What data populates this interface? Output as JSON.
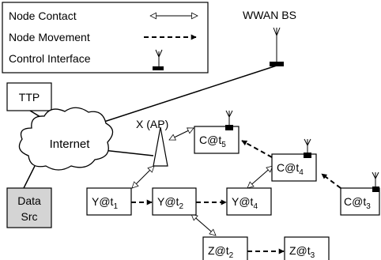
{
  "legend": {
    "node_contact": "Node Contact",
    "node_movement": "Node Movement",
    "control_interface": "Control Interface"
  },
  "infrastructure": {
    "wwan_bs": "WWAN BS",
    "ttp": "TTP",
    "internet": "Internet",
    "access_point": "X (AP)",
    "data_src_line1": "Data",
    "data_src_line2": "Src"
  },
  "nodes": {
    "y1": {
      "base": "Y@t",
      "sub": "1"
    },
    "y2": {
      "base": "Y@t",
      "sub": "2"
    },
    "y4": {
      "base": "Y@t",
      "sub": "4"
    },
    "c5": {
      "base": "C@t",
      "sub": "5"
    },
    "c4": {
      "base": "C@t",
      "sub": "4"
    },
    "c3": {
      "base": "C@t",
      "sub": "3"
    },
    "z2": {
      "base": "Z@t",
      "sub": "2"
    },
    "z3": {
      "base": "Z@t",
      "sub": "3"
    }
  }
}
